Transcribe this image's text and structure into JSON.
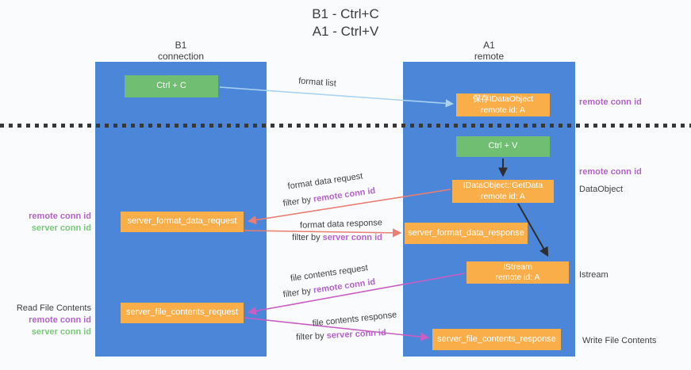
{
  "title": {
    "line1": "B1 - Ctrl+C",
    "line2": "A1 - Ctrl+V"
  },
  "lanes": {
    "left": {
      "name": "B1",
      "role": "connection"
    },
    "right": {
      "name": "A1",
      "role": "remote"
    }
  },
  "nodes": {
    "ctrl_c": {
      "label": "Ctrl + C"
    },
    "save_idataobject": {
      "line1": "保存IDataObject",
      "line2": "remote id: A"
    },
    "ctrl_v": {
      "label": "Ctrl + V"
    },
    "getdata": {
      "line1": "IDataObject::GetData",
      "line2": "remote id: A"
    },
    "server_format_data_request": {
      "label": "server_format_data_request"
    },
    "server_format_data_response": {
      "label": "server_format_data_response"
    },
    "istream": {
      "line1": "IStream",
      "line2": "remote id: A"
    },
    "server_file_contents_request": {
      "label": "server_file_contents_request"
    },
    "server_file_contents_response": {
      "label": "server_file_contents_response"
    }
  },
  "right_labels": {
    "remote_conn_id_top": "remote conn id",
    "remote_conn_id_mid": "remote conn id",
    "dataobject": "DataObject",
    "istream": "Istream",
    "write_file_contents": "Write File Contents"
  },
  "left_labels": {
    "remote_conn_id_1": "remote conn id",
    "server_conn_id_1": "server conn id",
    "read_file_contents": "Read File Contents",
    "remote_conn_id_2": "remote conn id",
    "server_conn_id_2": "server conn id"
  },
  "arrow_labels": {
    "format_list": "format list",
    "format_data_request": "format data request",
    "format_data_response": "format data response",
    "file_contents_request": "file contents request",
    "file_contents_response": "file contents response",
    "filter_by": "filter by ",
    "remote_conn_id": "remote conn id",
    "server_conn_id": "server conn id"
  },
  "colors": {
    "lane_blue": "#4b86d9",
    "node_green": "#6fbe71",
    "node_orange": "#f9ae49",
    "arrow_blue": "#a9d3f0",
    "arrow_black": "#2e2e2e",
    "arrow_salmon": "#e87e74",
    "arrow_magenta": "#c95ec4",
    "label_purple": "#b364c9",
    "label_green": "#7ac77c",
    "text_dark": "#3f3f3f"
  }
}
